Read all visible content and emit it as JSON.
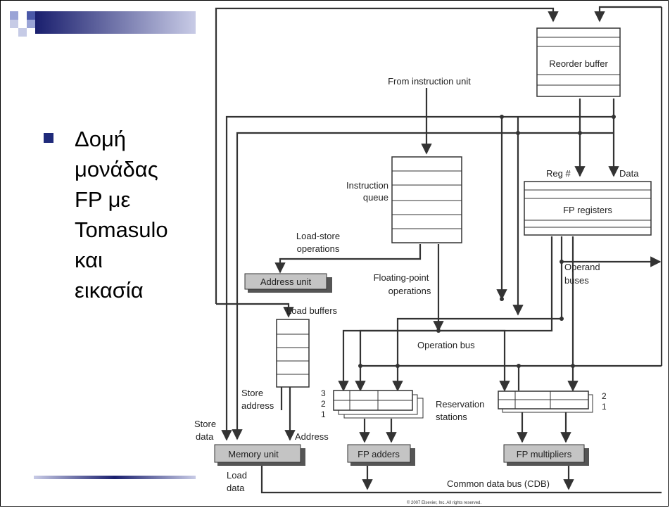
{
  "slide": {
    "bullet_lines": [
      "Δομή",
      "μονάδας",
      "FP με",
      "Tomasulo",
      "και",
      "εικασία"
    ],
    "copyright": "© 2007 Elsevier, Inc. All rights reserved."
  },
  "diagram": {
    "labels": {
      "reorder_buffer": "Reorder buffer",
      "from_instruction_unit": "From instruction unit",
      "instruction": "Instruction",
      "queue": "queue",
      "reg_num": "Reg #",
      "data": "Data",
      "fp_registers": "FP registers",
      "load_store": "Load-store",
      "operations": "operations",
      "address_unit": "Address unit",
      "floating_point": "Floating-point",
      "fp_operations": "operations",
      "operand": "Operand",
      "buses": "buses",
      "load_buffers": "Load buffers",
      "operation_bus": "Operation bus",
      "store": "Store",
      "address": "address",
      "rs_num_3": "3",
      "rs_num_2": "2",
      "rs_num_1": "1",
      "reservation": "Reservation",
      "stations": "stations",
      "mul_num_2": "2",
      "mul_num_1": "1",
      "store_data_1": "Store",
      "store_data_2": "data",
      "address_label": "Address",
      "memory_unit": "Memory unit",
      "fp_adders": "FP adders",
      "fp_multipliers": "FP multipliers",
      "load": "Load",
      "load_data": "data",
      "cdb": "Common data bus (CDB)"
    }
  }
}
